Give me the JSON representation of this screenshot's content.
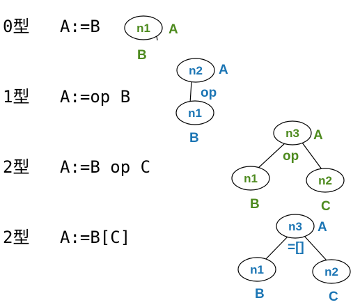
{
  "colors": {
    "green": "#4d8a1e",
    "blue": "#1b75b4",
    "line": "#000000"
  },
  "rows": [
    {
      "type": "0型",
      "expr": "A:=B"
    },
    {
      "type": "1型",
      "expr": "A:=op B"
    },
    {
      "type": "2型",
      "expr": "A:=B op C"
    },
    {
      "type": "2型",
      "expr": "A:=B[C]"
    }
  ],
  "tree0": {
    "node": "n1",
    "label_a": "A",
    "label_b": "B"
  },
  "tree1": {
    "top": "n2",
    "top_label": "A",
    "op": "op",
    "bottom": "n1",
    "bottom_label": "B"
  },
  "tree2": {
    "root": "n3",
    "root_label": "A",
    "op": "op",
    "left": "n1",
    "left_label": "B",
    "right": "n2",
    "right_label": "C"
  },
  "tree3": {
    "root": "n3",
    "root_label": "A",
    "op": "=[]",
    "left": "n1",
    "left_label": "B",
    "right": "n2",
    "right_label": "C"
  }
}
